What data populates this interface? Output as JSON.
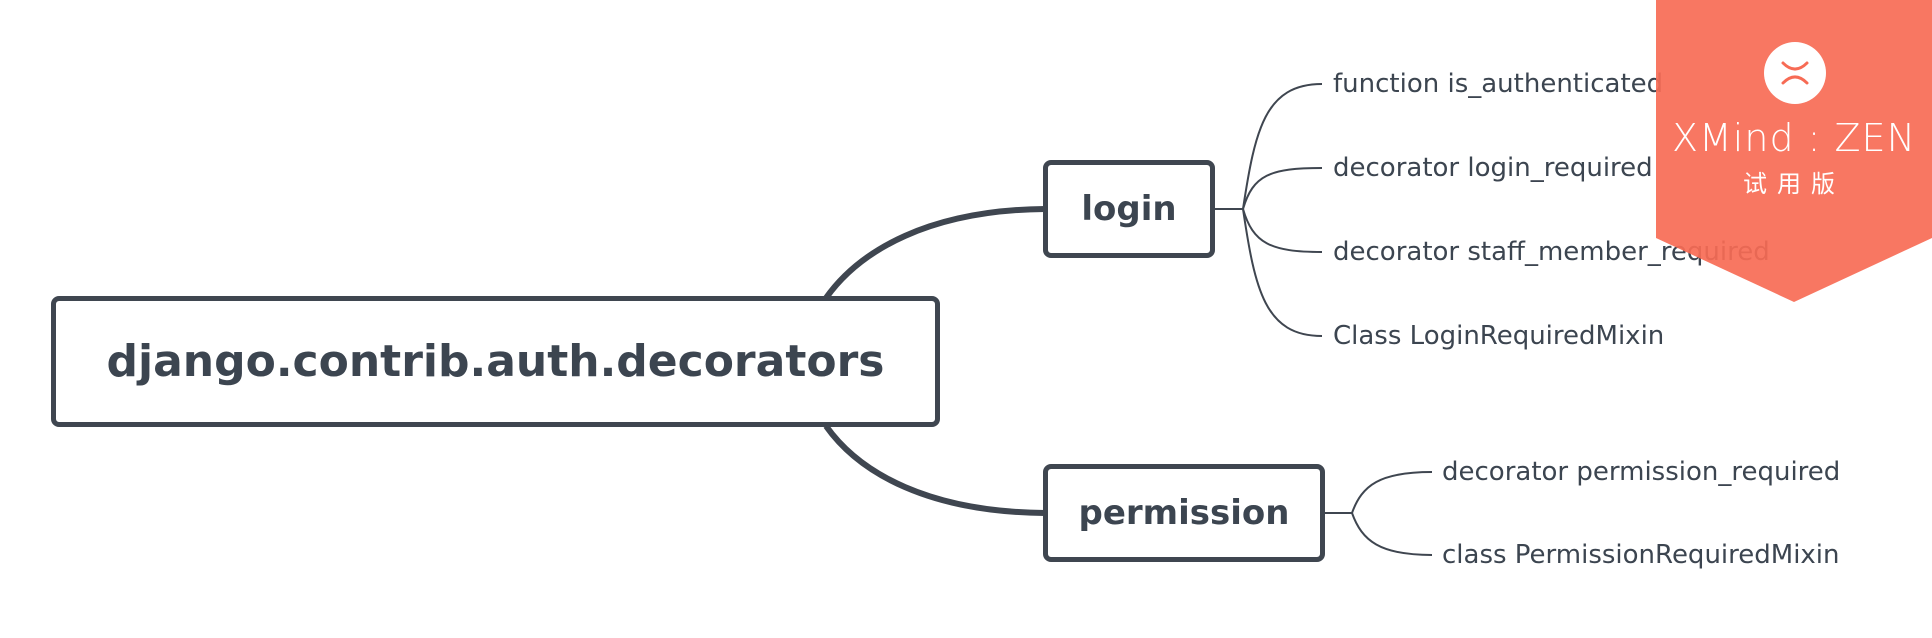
{
  "diagram": {
    "root": {
      "label": "django.contrib.auth.decorators"
    },
    "branches": [
      {
        "label": "login",
        "children": [
          "function is_authenticated",
          "decorator login_required",
          "decorator staff_member_required",
          "Class LoginRequiredMixin"
        ]
      },
      {
        "label": "permission",
        "children": [
          "decorator permission_required",
          "class PermissionRequiredMixin"
        ]
      }
    ]
  },
  "watermark": {
    "title": "XMind : ZEN",
    "subtitle": "试用版",
    "color": "#f76b55",
    "icon": "xmind-logo-icon"
  },
  "colors": {
    "line": "#3f4650",
    "text": "#3c4550"
  }
}
